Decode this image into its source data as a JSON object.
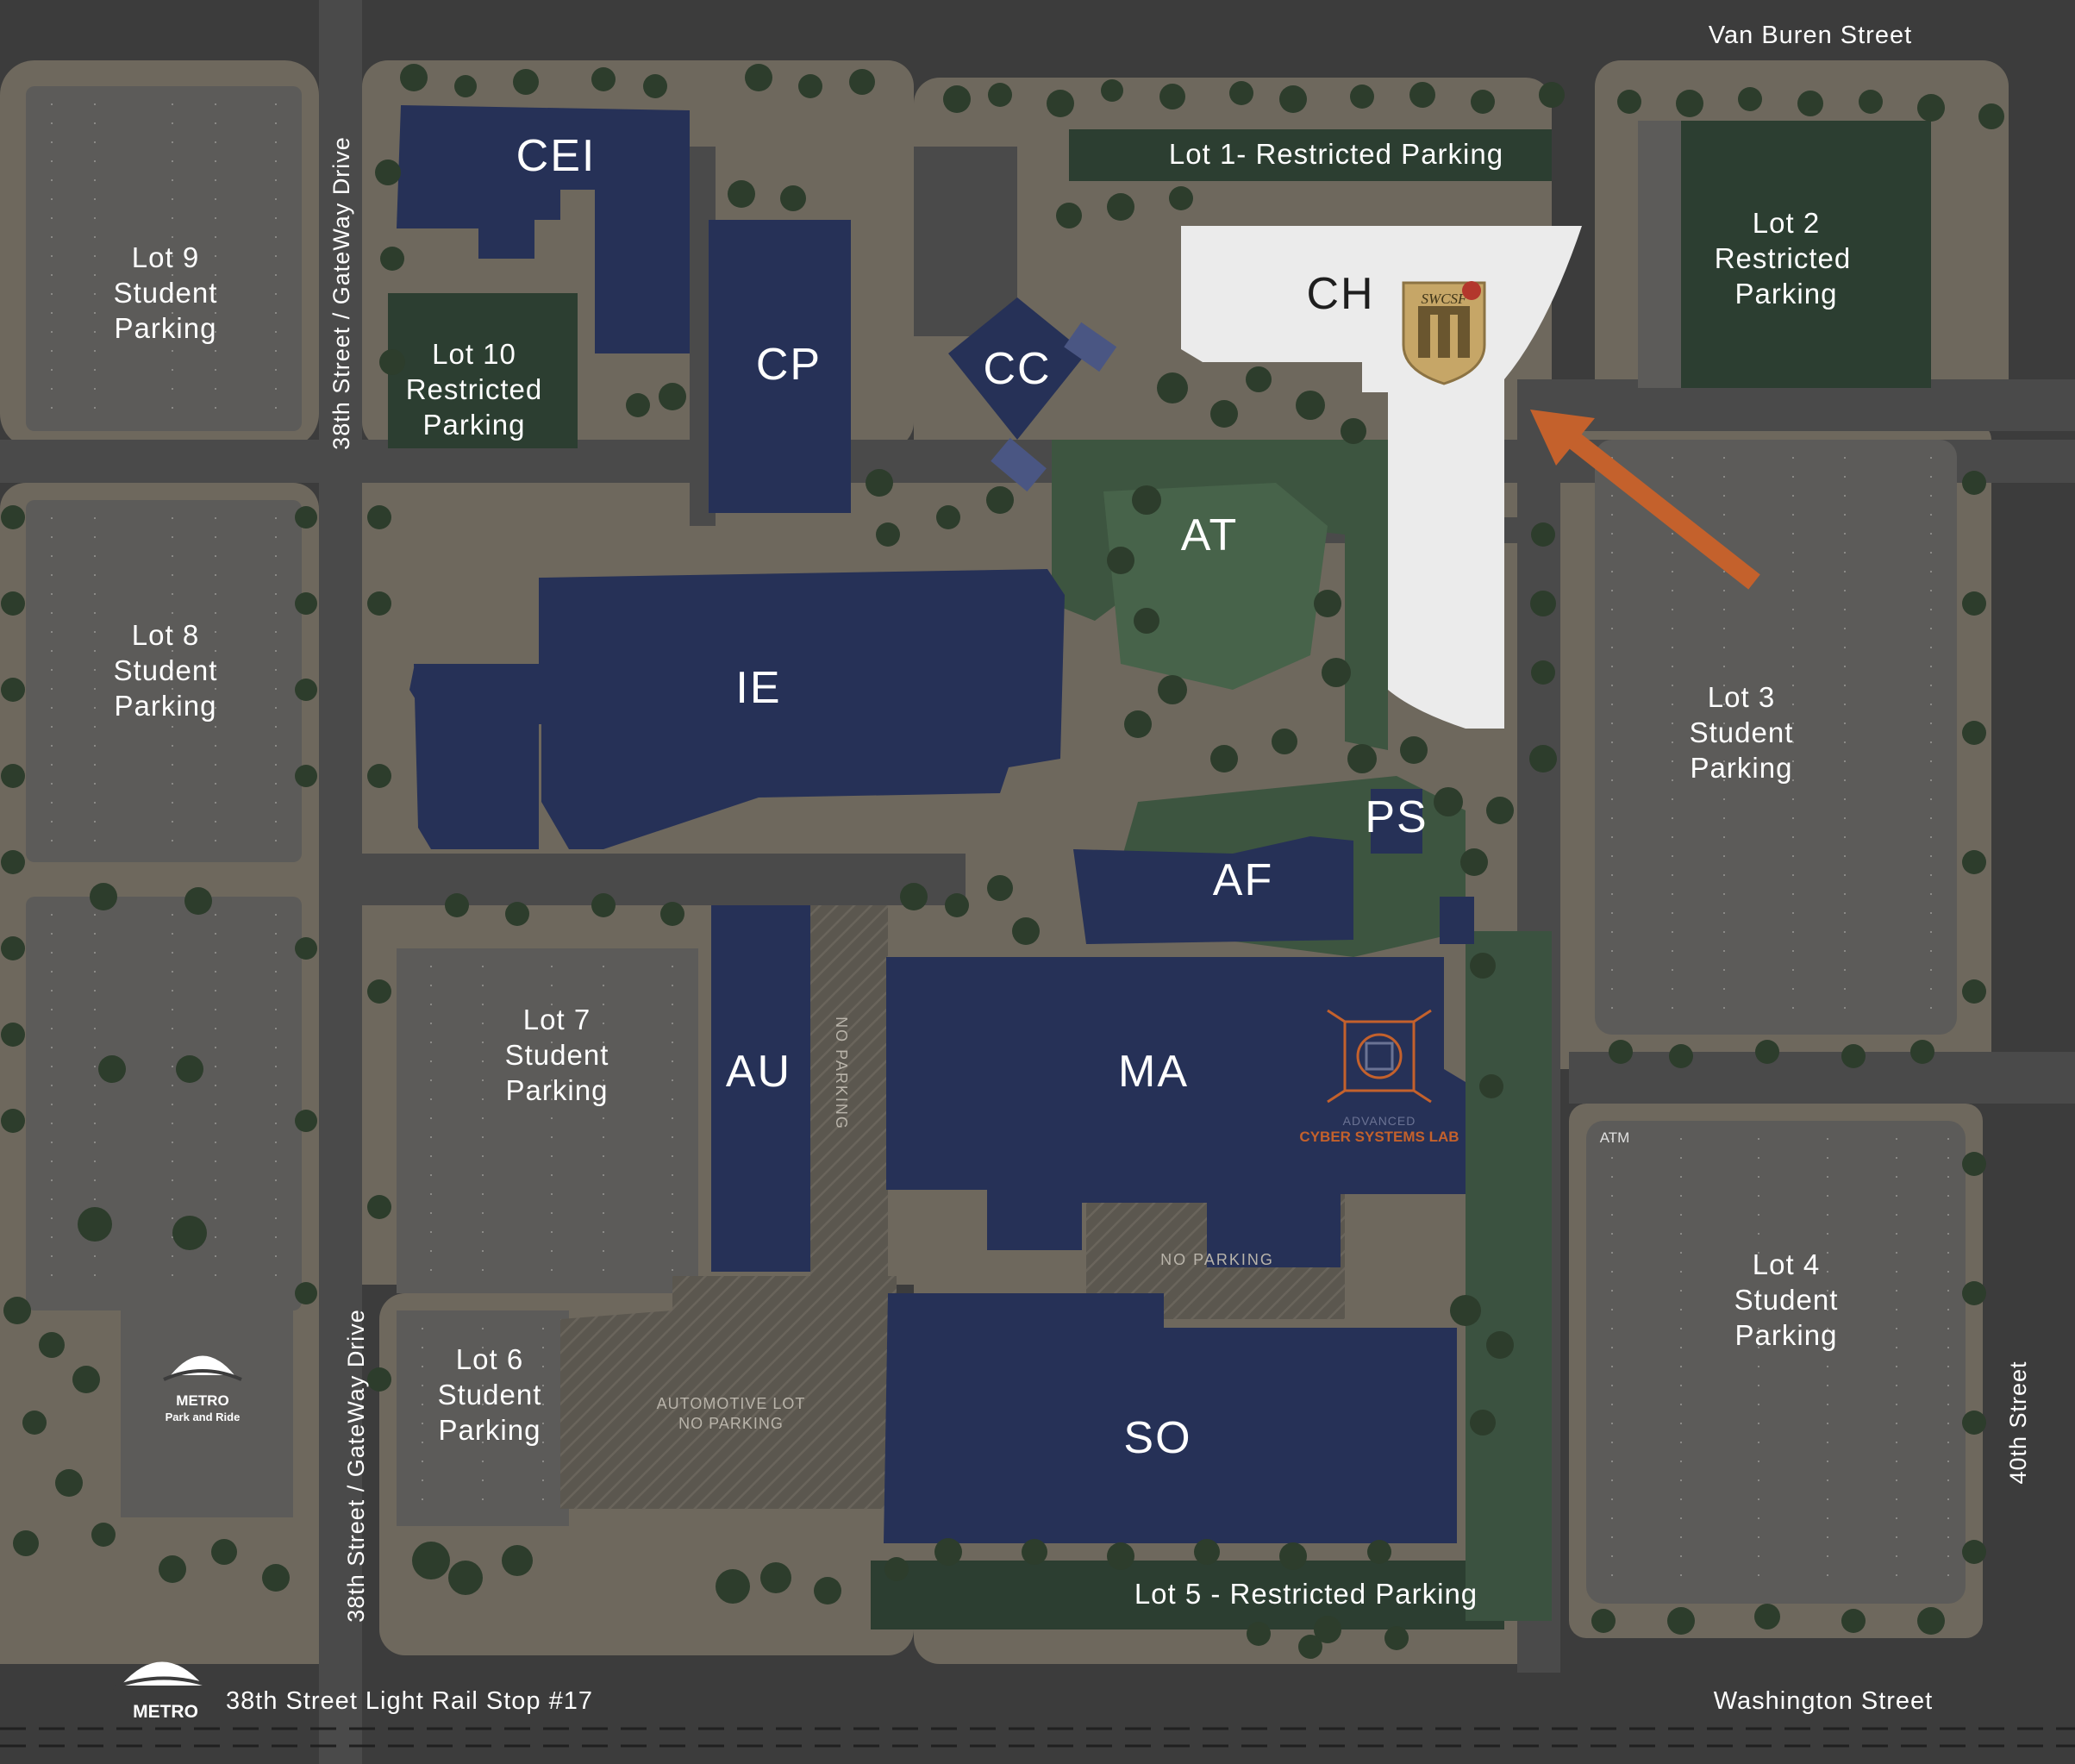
{
  "streets": {
    "north": "Van Buren Street",
    "south": "Washington Street",
    "east": "40th Street",
    "west_upper": "38th Street / GateWay Drive",
    "west_lower": "38th Street / GateWay Drive"
  },
  "lots": {
    "lot1": "Lot 1- Restricted Parking",
    "lot2": [
      "Lot 2",
      "Restricted",
      "Parking"
    ],
    "lot3": [
      "Lot 3",
      "Student",
      "Parking"
    ],
    "lot4": [
      "Lot 4",
      "Student",
      "Parking"
    ],
    "lot5": "Lot 5 - Restricted Parking",
    "lot6": [
      "Lot 6",
      "Student",
      "Parking"
    ],
    "lot7": [
      "Lot 7",
      "Student",
      "Parking"
    ],
    "lot8": [
      "Lot 8",
      "Student",
      "Parking"
    ],
    "lot9": [
      "Lot 9",
      "Student",
      "Parking"
    ],
    "lot10": [
      "Lot 10",
      "Restricted",
      "Parking"
    ]
  },
  "buildings": {
    "cei": "CEI",
    "cp": "CP",
    "cc": "CC",
    "ch": "CH",
    "at": "AT",
    "ie": "IE",
    "ps": "PS",
    "af": "AF",
    "au": "AU",
    "ma": "MA",
    "so": "SO"
  },
  "notes": {
    "no_parking_vertical": "NO PARKING",
    "no_parking_horizontal": "NO PARKING",
    "automotive_lot": [
      "AUTOMOTIVE LOT",
      "NO PARKING"
    ],
    "atm": "ATM"
  },
  "cyber_lab": {
    "line1": "ADVANCED",
    "line2": "CYBER SYSTEMS LAB"
  },
  "shield_text": "SWCSF",
  "metro_park_ride": {
    "line1": "METRO",
    "line2": "Park and Ride"
  },
  "metro_stop": {
    "logo": "METRO",
    "label": "38th Street Light Rail Stop #17"
  },
  "colors": {
    "road": "#3c3c3c",
    "lot": "#5e5d5b",
    "ground": "#6d675c",
    "building": "#263157",
    "green": "#2b3d30",
    "grass": "#3f5a42",
    "highlight": "#ebebeb",
    "arrow": "#c4612c",
    "shield": "#c6a667"
  }
}
